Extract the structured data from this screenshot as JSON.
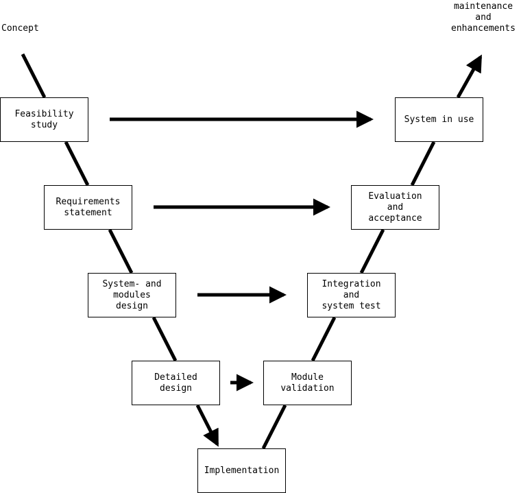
{
  "diagram": {
    "concept_label": "Concept",
    "end_label": [
      "maintenance",
      "and",
      "enhancements"
    ],
    "boxes": {
      "feasibility": [
        "Feasibility",
        "study"
      ],
      "requirements": [
        "Requirements",
        "statement"
      ],
      "system_design": [
        "System- and",
        "modules",
        "design"
      ],
      "detailed_design": [
        "Detailed",
        "design"
      ],
      "implementation": [
        "Implementation"
      ],
      "module_validation": [
        "Module",
        "validation"
      ],
      "integration": [
        "Integration",
        "and",
        "system test"
      ],
      "evaluation": [
        "Evaluation",
        "and",
        "acceptance"
      ],
      "system_in_use": [
        "System in use"
      ]
    },
    "colors": {
      "line": "#000000",
      "box_border": "#000000",
      "background": "#ffffff"
    }
  }
}
